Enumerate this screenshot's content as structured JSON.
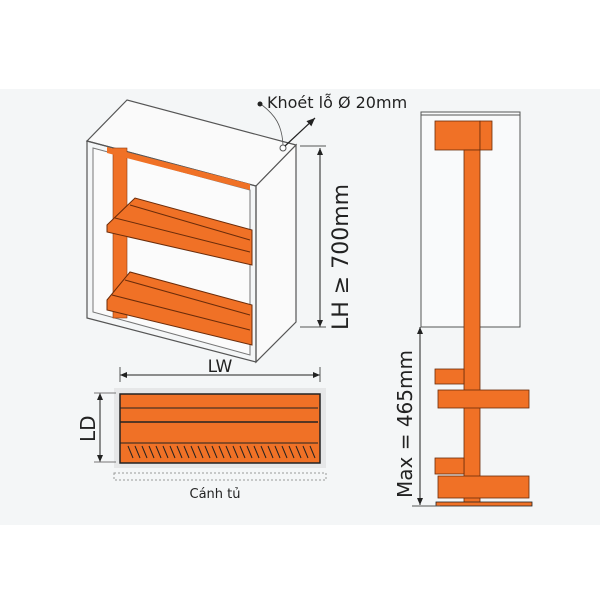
{
  "labels": {
    "hole": "Khoét lỗ Ø 20mm",
    "height": "LH ≥ 700mm",
    "width": "LW",
    "depth": "LD",
    "door": "Cánh tủ",
    "max": "Max = 465mm"
  },
  "colors": {
    "accent": "#f07126",
    "line": "#333333",
    "background": "#f4f6f7"
  }
}
